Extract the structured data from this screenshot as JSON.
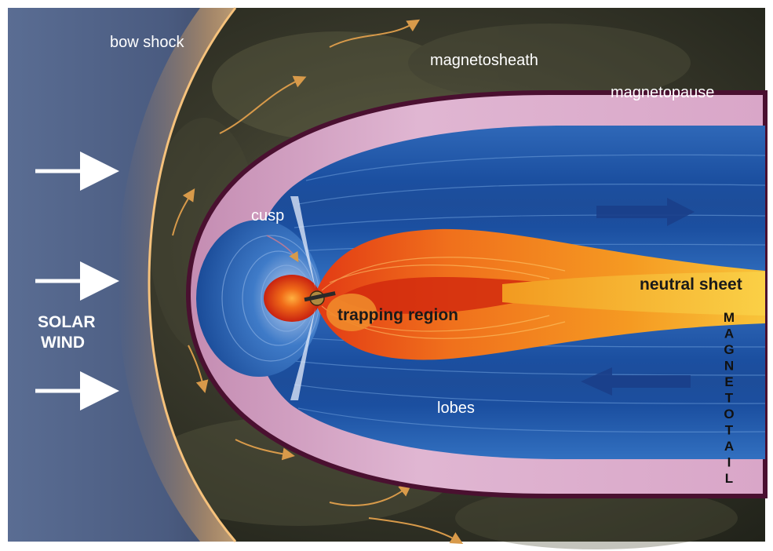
{
  "diagram": {
    "labels": {
      "bow_shock": "bow shock",
      "magnetosheath": "magnetosheath",
      "magnetopause": "magnetopause",
      "cusp": "cusp",
      "neutral_sheet": "neutral sheet",
      "trapping_region": "trapping region",
      "lobes": "lobes",
      "solar_wind_line1": "SOLAR",
      "solar_wind_line2": "WIND",
      "magnetotail": [
        "M",
        "A",
        "G",
        "N",
        "E",
        "T",
        "O",
        "T",
        "A",
        "I",
        "L"
      ]
    },
    "colors": {
      "background_space": "#2a2a22",
      "solar_wind_region": "#4c5f86",
      "bow_shock_glow": "#e0a35a",
      "magnetopause_border": "#4a1030",
      "magnetosheath_pink": "#d8a8c8",
      "lobes_blue": "#1f57a8",
      "plasma_orange": "#f07a1e",
      "plasma_red": "#d42a10",
      "neutral_sheet_yellow": "#f7c235",
      "flow_arrow": "#d89a4a",
      "tail_arrow": "#1b3f8a"
    }
  }
}
